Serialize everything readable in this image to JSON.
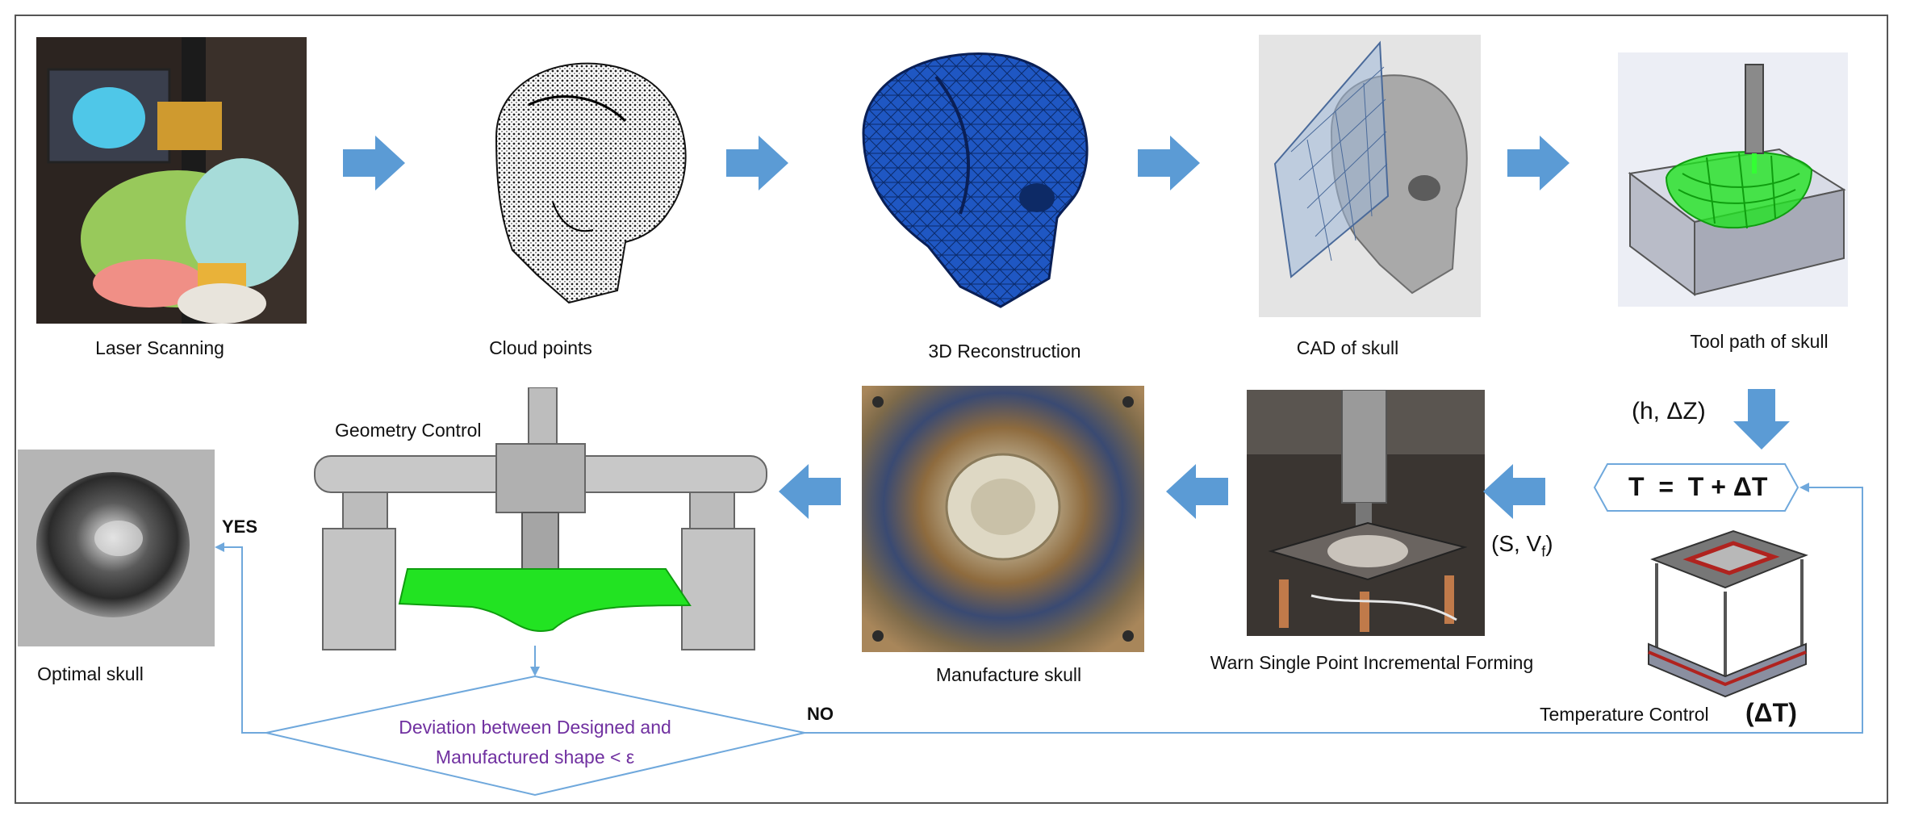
{
  "steps": {
    "laser_scanning": "Laser Scanning",
    "cloud_points": "Cloud points",
    "reconstruction": "3D Reconstruction",
    "cad": "CAD of skull",
    "tool_path": "Tool path of skull",
    "warm_spif": "Warn Single Point Incremental Forming",
    "manufacture": "Manufacture skull",
    "geometry_control": "Geometry Control",
    "optimal": "Optimal skull",
    "temperature_control": "Temperature Control"
  },
  "labels": {
    "h_dz": "(h, ΔZ)",
    "s_vf_prefix": "(S, V",
    "s_vf_sub": "f",
    "s_vf_suffix": ")",
    "dt": "(ΔT)",
    "formula": "T  =  T + ΔT",
    "yes": "YES",
    "no": "NO",
    "decision_line1": "Deviation between Designed and",
    "decision_line2": "Manufactured shape < ε"
  },
  "colors": {
    "arrow": "#5b9bd5",
    "connector": "#6fa8dc",
    "decision_text": "#7030a0",
    "green": "#22e322",
    "skull_blue": "#1f57c3"
  }
}
